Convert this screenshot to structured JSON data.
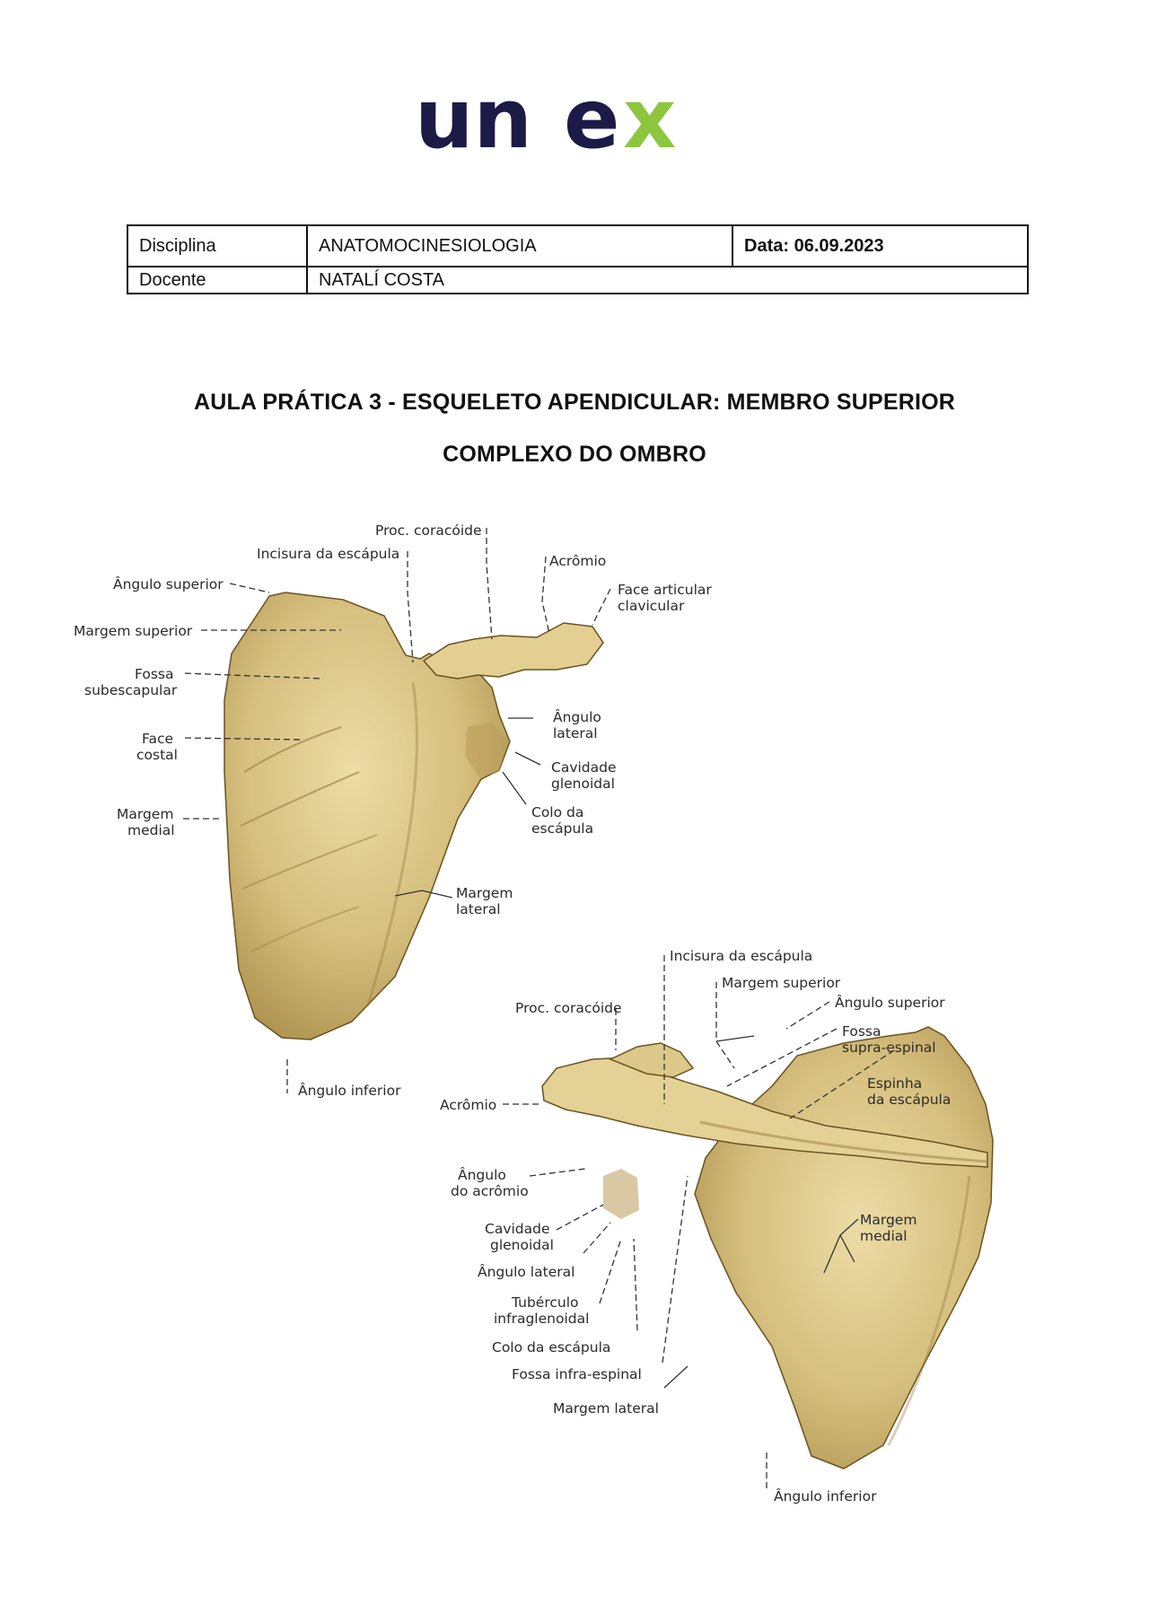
{
  "logo": {
    "text_u": "un",
    "text_e": "e",
    "text_x": "x",
    "alt": "unex"
  },
  "info_table": {
    "row1": {
      "label": "Disciplina",
      "value": "ANATOMOCINESIOLOGIA",
      "date_label": "Data:",
      "date_value": "06.09.2023"
    },
    "row2": {
      "label": "Docente",
      "value": "NATALÍ COSTA"
    }
  },
  "titles": {
    "main": "AULA PRÁTICA 3 - ESQUELETO APENDICULAR: MEMBRO SUPERIOR",
    "sub": "COMPLEXO DO OMBRO"
  },
  "figure_anterior": {
    "labels": {
      "proc_coracoide": "Proc. coracóide",
      "incisura": "Incisura da escápula",
      "acromio": "Acrômio",
      "angulo_superior": "Ângulo superior",
      "face_articular_1": "Face articular",
      "face_articular_2": "clavicular",
      "margem_superior": "Margem superior",
      "fossa_1": "Fossa",
      "fossa_2": "subescapular",
      "angulo_lateral_1": "Ângulo",
      "angulo_lateral_2": "lateral",
      "face_costal_1": "Face",
      "face_costal_2": "costal",
      "cavidade_1": "Cavidade",
      "cavidade_2": "glenoidal",
      "colo_1": "Colo da",
      "colo_2": "escápula",
      "margem_medial_1": "Margem",
      "margem_medial_2": "medial",
      "margem_lateral_1": "Margem",
      "margem_lateral_2": "lateral",
      "angulo_inferior": "Ângulo inferior"
    }
  },
  "figure_posterior": {
    "labels": {
      "incisura": "Incisura da escápula",
      "margem_superior": "Margem superior",
      "proc_coracoide": "Proc. coracóide",
      "angulo_superior": "Ângulo superior",
      "fossa_supra_1": "Fossa",
      "fossa_supra_2": "supra-espinal",
      "acromio": "Acrômio",
      "espinha_1": "Espinha",
      "espinha_2": "da escápula",
      "angulo_acromio_1": "Ângulo",
      "angulo_acromio_2": "do acrômio",
      "cavidade_1": "Cavidade",
      "cavidade_2": "glenoidal",
      "angulo_lateral": "Ângulo lateral",
      "margem_medial_1": "Margem",
      "margem_medial_2": "medial",
      "tuberculo_1": "Tubérculo",
      "tuberculo_2": "infraglenoidal",
      "colo": "Colo da escápula",
      "fossa_infra": "Fossa infra-espinal",
      "margem_lateral": "Margem lateral",
      "angulo_inferior": "Ângulo inferior"
    }
  },
  "colors": {
    "bone_light": "#e9d9a2",
    "bone_mid": "#d2ba78",
    "bone_dark": "#a88c48",
    "logo_navy": "#1c1a47",
    "logo_green": "#8cc63f"
  }
}
